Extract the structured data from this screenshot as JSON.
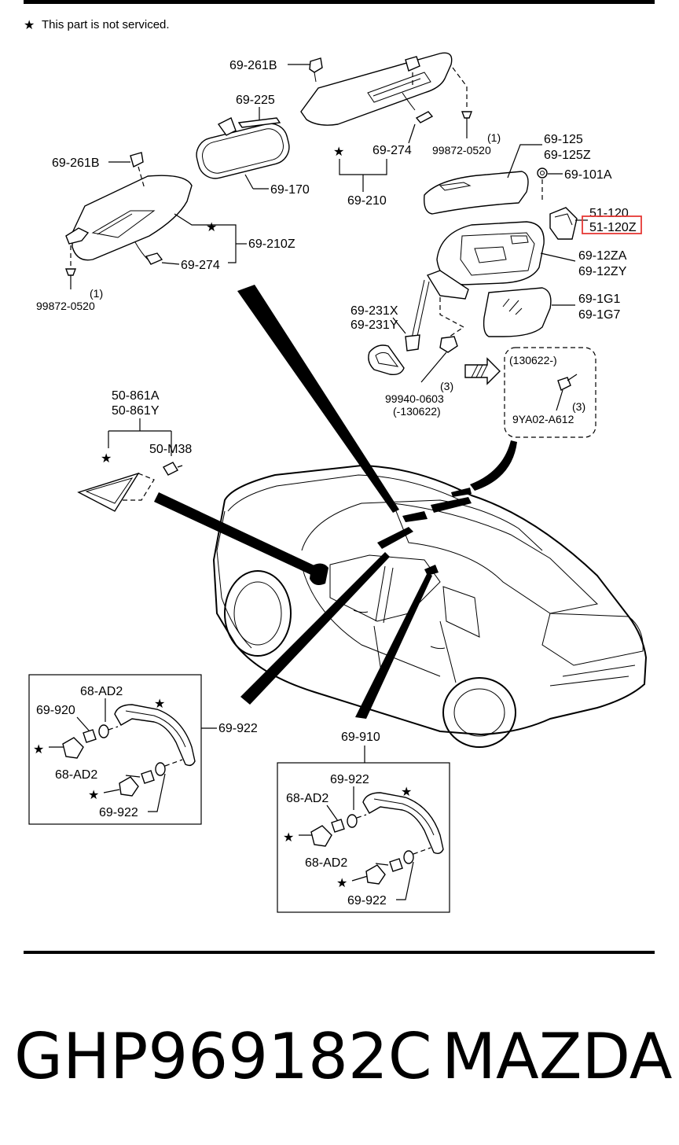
{
  "note": {
    "star": "★",
    "text": "This part is not serviced."
  },
  "callouts": [
    {
      "id": "69-261B-top",
      "text": "69-261B"
    },
    {
      "id": "69-225",
      "text": "69-225"
    },
    {
      "id": "69-261B-left",
      "text": "69-261B"
    },
    {
      "id": "69-170",
      "text": "69-170"
    },
    {
      "id": "69-274-top",
      "text": "69-274"
    },
    {
      "id": "99872-0520-top",
      "text": "99872-0520"
    },
    {
      "id": "qty-1-top",
      "text": "(1)"
    },
    {
      "id": "69-210",
      "text": "69-210"
    },
    {
      "id": "69-210Z",
      "text": "69-210Z"
    },
    {
      "id": "69-274-left",
      "text": "69-274"
    },
    {
      "id": "qty-1-left",
      "text": "(1)"
    },
    {
      "id": "99872-0520-left",
      "text": "99872-0520"
    },
    {
      "id": "69-125",
      "text": "69-125"
    },
    {
      "id": "69-125Z",
      "text": "69-125Z"
    },
    {
      "id": "69-101A",
      "text": "69-101A"
    },
    {
      "id": "51-120",
      "text": "51-120"
    },
    {
      "id": "51-120Z",
      "text": "51-120Z"
    },
    {
      "id": "69-12ZA",
      "text": "69-12ZA"
    },
    {
      "id": "69-12ZY",
      "text": "69-12ZY"
    },
    {
      "id": "69-1G1",
      "text": "69-1G1"
    },
    {
      "id": "69-1G7",
      "text": "69-1G7"
    },
    {
      "id": "69-231X",
      "text": "69-231X"
    },
    {
      "id": "69-231Y",
      "text": "69-231Y"
    },
    {
      "id": "qty-3-a",
      "text": "(3)"
    },
    {
      "id": "99940-0603",
      "text": "99940-0603"
    },
    {
      "id": "range-before",
      "text": "(-130622)"
    },
    {
      "id": "range-after",
      "text": "(130622-)"
    },
    {
      "id": "qty-3-b",
      "text": "(3)"
    },
    {
      "id": "9YA02-A612",
      "text": "9YA02-A612"
    },
    {
      "id": "50-861A",
      "text": "50-861A"
    },
    {
      "id": "50-861Y",
      "text": "50-861Y"
    },
    {
      "id": "50-M38",
      "text": "50-M38"
    },
    {
      "id": "69-922-a",
      "text": "69-922"
    },
    {
      "id": "68-AD2-a",
      "text": "68-AD2"
    },
    {
      "id": "69-920",
      "text": "69-920"
    },
    {
      "id": "68-AD2-b",
      "text": "68-AD2"
    },
    {
      "id": "69-922-b",
      "text": "69-922"
    },
    {
      "id": "69-910",
      "text": "69-910"
    },
    {
      "id": "69-922-c",
      "text": "69-922"
    },
    {
      "id": "68-AD2-c",
      "text": "68-AD2"
    },
    {
      "id": "68-AD2-d",
      "text": "68-AD2"
    },
    {
      "id": "69-922-d",
      "text": "69-922"
    }
  ],
  "star_symbol": "★",
  "highlight": {
    "part": "51-120Z",
    "color": "#e53935"
  },
  "footer": {
    "part_number": "GHP969182C",
    "brand": "MAZDA"
  }
}
